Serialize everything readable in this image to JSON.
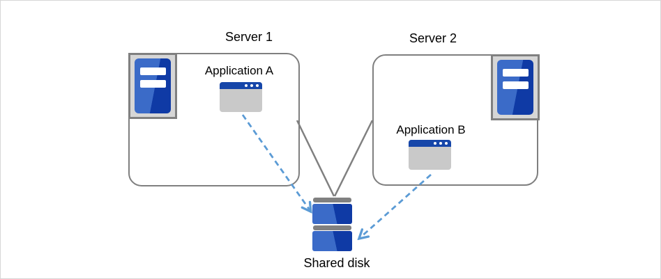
{
  "diagram": {
    "server1": {
      "label": "Server 1"
    },
    "server2": {
      "label": "Server 2"
    },
    "app_a": {
      "label": "Application A"
    },
    "app_b": {
      "label": "Application B"
    },
    "shared_disk": {
      "label": "Shared disk"
    },
    "icons": {
      "server1": "server-tower-icon",
      "server2": "server-tower-icon",
      "app_a": "application-window-icon",
      "app_b": "application-window-icon",
      "shared_disk": "disk-stack-icon"
    },
    "connections": [
      {
        "from": "Server 1",
        "to": "Shared disk",
        "style": "solid-line"
      },
      {
        "from": "Server 2",
        "to": "Shared disk",
        "style": "solid-line"
      },
      {
        "from": "Application A",
        "to": "Shared disk",
        "style": "dashed-arrow"
      },
      {
        "from": "Application B",
        "to": "Shared disk",
        "style": "dashed-arrow"
      }
    ]
  },
  "colors": {
    "page_border": "#d6d6d6",
    "box_border": "#7f7f7f",
    "line_gray": "#808080",
    "arrow_blue": "#5b9bd5",
    "title_bar_blue": "#1646a9",
    "icon_blue_light": "#3b6bc8",
    "icon_blue_dark": "#0f3aa5",
    "icon_frame_gray": "#d6d6d6",
    "window_body_gray": "#c9c9c9",
    "disk_bar_gray": "#808080",
    "text_color": "#000000"
  }
}
